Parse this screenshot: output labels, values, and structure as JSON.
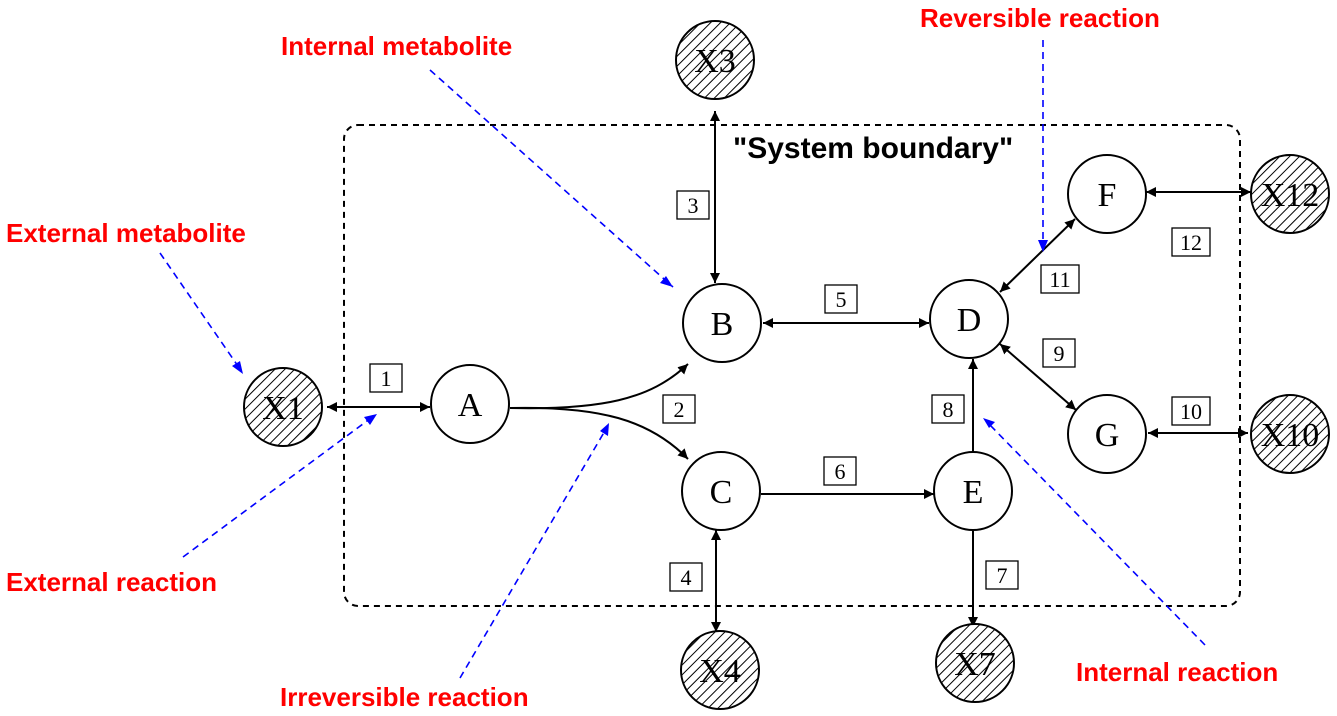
{
  "boundary_label": "\"System boundary\"",
  "colors": {
    "annotation_text": "#ff0000",
    "annotation_pointer": "#0000ff",
    "line": "#000000"
  },
  "nodes": {
    "A": "A",
    "B": "B",
    "C": "C",
    "D": "D",
    "E": "E",
    "F": "F",
    "G": "G",
    "X1": "X1",
    "X3": "X3",
    "X4": "X4",
    "X7": "X7",
    "X10": "X10",
    "X12": "X12"
  },
  "reactions": {
    "r1": "1",
    "r2": "2",
    "r3": "3",
    "r4": "4",
    "r5": "5",
    "r6": "6",
    "r7": "7",
    "r8": "8",
    "r9": "9",
    "r10": "10",
    "r11": "11",
    "r12": "12"
  },
  "annotations": {
    "internal_metabolite": "Internal metabolite",
    "reversible_reaction": "Reversible reaction",
    "external_metabolite": "External metabolite",
    "external_reaction": "External reaction",
    "irreversible_reaction": "Irreversible reaction",
    "internal_reaction": "Internal reaction"
  }
}
